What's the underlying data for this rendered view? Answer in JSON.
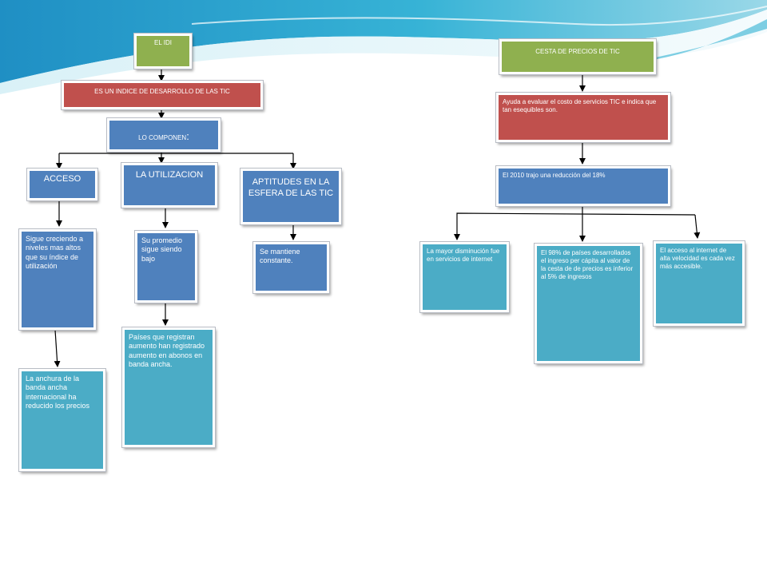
{
  "slide": {
    "colors": {
      "green": "#8fb04f",
      "red": "#c0504d",
      "blue": "#4f81bd",
      "teal": "#4bacc6",
      "arrow": "#000000"
    },
    "left": {
      "root": "EL IDI",
      "definition": "ES UN INDICE DE DESARROLLO DE LAS TIC",
      "components_heading": "LO COMPONEN",
      "components_colon": ":",
      "branches": [
        {
          "title": "ACCESO",
          "details": [
            "Sigue creciendo a niveles mas altos que su índice de utilización",
            "La anchura de la banda ancha internacional ha reducido los precios"
          ]
        },
        {
          "title": "LA UTILIZACION",
          "details": [
            "Su promedio sigue siendo bajo",
            "Países que registran aumento han registrado aumento en abonos en banda ancha."
          ]
        },
        {
          "title": "APTITUDES EN LA ESFERA DE LAS TIC",
          "details": [
            "Se mantiene constante."
          ]
        }
      ]
    },
    "right": {
      "root": "CESTA DE PRECIOS DE TIC",
      "description": "Ayuda a evaluar el costo de servicios TIC  e indica que tan esequibles son.",
      "summary": "El 2010 trajo una reducción del 18%",
      "facts": [
        "La mayor disminución fue en servicios de internet",
        "El 98% de países desarrollados el ingreso per cápita  al valor de la cesta de de precios es inferior al 5% de ingresos",
        "El acceso al internet de alta velocidad es cada vez más accesible."
      ]
    }
  }
}
